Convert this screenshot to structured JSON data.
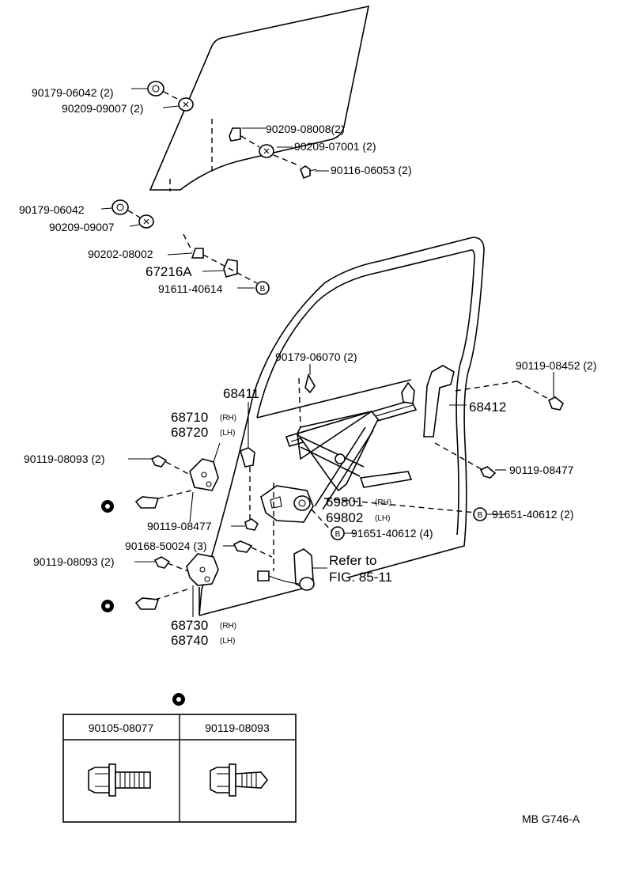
{
  "diagram": {
    "parts": {
      "p1": "90179-06042 (2)",
      "p2": "90209-09007 (2)",
      "p3": "90209-08008(2)",
      "p4": "90209-07001 (2)",
      "p5": "90116-06053 (2)",
      "p6": "90179-06042",
      "p7": "90209-09007",
      "p8": "90202-08002",
      "p9": "67216A",
      "p10": "91611-40614",
      "p11": "90179-06070 (2)",
      "p12": "90119-08452 (2)",
      "p13": "68411",
      "p14": "68412",
      "p15": "90119-08093 (2)",
      "p16": "90119-08477",
      "p17": "90119-08477",
      "p18": "91651-40612 (2)",
      "p19": "91651-40612 (4)",
      "p20": "90168-50024 (3)",
      "p21": "90119-08093 (2)",
      "p22_refer": "Refer to",
      "p22_fig": "FIG. 85-11"
    },
    "codes": {
      "c68710": "68710",
      "c68720": "68720",
      "c69801": "69801",
      "c69802": "69802",
      "c68730": "68730",
      "c68740": "68740",
      "rh": "(RH)",
      "lh": "(LH)"
    },
    "marker_b": "B",
    "table": {
      "headers": [
        "90105-08077",
        "90119-08093"
      ]
    },
    "footer_code": "MB  G746-A"
  }
}
